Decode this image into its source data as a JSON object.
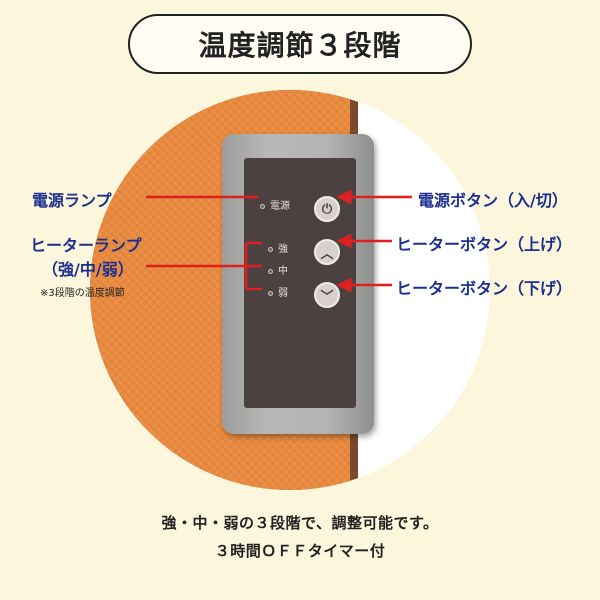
{
  "title": "温度調節３段階",
  "remote": {
    "power_label": "電源",
    "strong_label": "強",
    "medium_label": "中",
    "weak_label": "弱",
    "power_symbol": "⏻",
    "up_symbol": "︿",
    "down_symbol": "﹀"
  },
  "callouts": {
    "power_lamp": "電源ランプ",
    "heater_lamp_line1": "ヒーターランプ",
    "heater_lamp_line2": "（強/中/弱）",
    "heater_lamp_note": "※3段階の温度調節",
    "power_button": "電源ボタン（入/切）",
    "heater_up": "ヒーターボタン（上げ）",
    "heater_down": "ヒーターボタン（下げ）"
  },
  "caption": {
    "line1": "強・中・弱の３段階で、調整可能です。",
    "line2": "３時間ＯＦＦタイマー付"
  },
  "colors": {
    "background": "#fbf6dc",
    "pad_orange": "#ea8a3e",
    "remote_gray": "#b3b3b1",
    "remote_face": "#4a4140",
    "callout_blue": "#1c2f8f",
    "arrow_red": "#e02020"
  }
}
